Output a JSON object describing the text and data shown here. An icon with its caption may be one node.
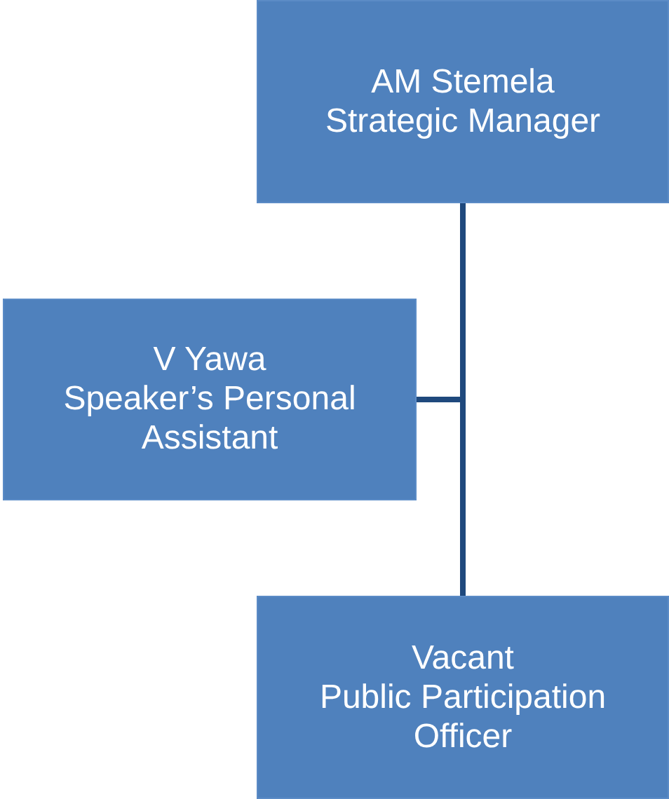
{
  "diagram": {
    "nodes": [
      {
        "text": [
          "AM Stemela",
          "Strategic Manager"
        ]
      },
      {
        "text": [
          "V Yawa",
          "Speaker’s Personal Assistant"
        ]
      },
      {
        "text": [
          "Vacant",
          "Public Participation Officer"
        ]
      }
    ],
    "edges": [
      {
        "from": 0,
        "to": 1,
        "arrow": "none"
      },
      {
        "from": 0,
        "to": 2,
        "arrow": "none"
      }
    ]
  }
}
